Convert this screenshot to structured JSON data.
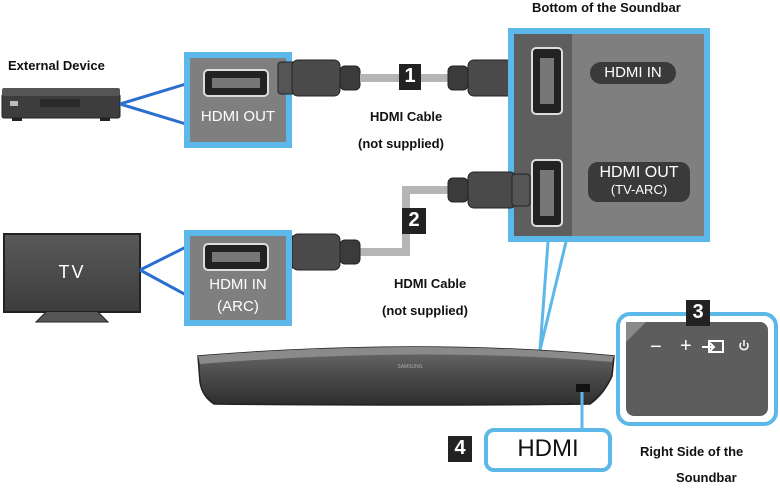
{
  "labels": {
    "bottom_of_soundbar": "Bottom of the Soundbar",
    "external_device": "External Device",
    "tv": "TV",
    "hdmi_cable_1_line1": "HDMI Cable",
    "hdmi_cable_1_line2": "(not supplied)",
    "hdmi_cable_2_line1": "HDMI Cable",
    "hdmi_cable_2_line2": "(not supplied)",
    "right_side_line1": "Right Side of the",
    "right_side_line2": "Soundbar"
  },
  "ports": {
    "device_hdmi_out": "HDMI OUT",
    "tv_hdmi_in_line1": "HDMI IN",
    "tv_hdmi_in_line2": "(ARC)",
    "soundbar_hdmi_in": "HDMI IN",
    "soundbar_hdmi_out_line1": "HDMI OUT",
    "soundbar_hdmi_out_line2": "(TV-ARC)",
    "soundbar_side_hdmi": "HDMI"
  },
  "steps": {
    "step1": "1",
    "step2": "2",
    "step3": "3",
    "step4": "4"
  },
  "buttons": {
    "minus": "−",
    "plus": "+",
    "source_icon_name": "input-source-icon",
    "power_icon_name": "power-icon"
  },
  "brand": {
    "soundbar_logo": "SAMSUNG"
  },
  "colors": {
    "callout_blue": "#5bb8e8",
    "panel_gray": "#7f7f7f",
    "dark": "#3a3a3a"
  }
}
